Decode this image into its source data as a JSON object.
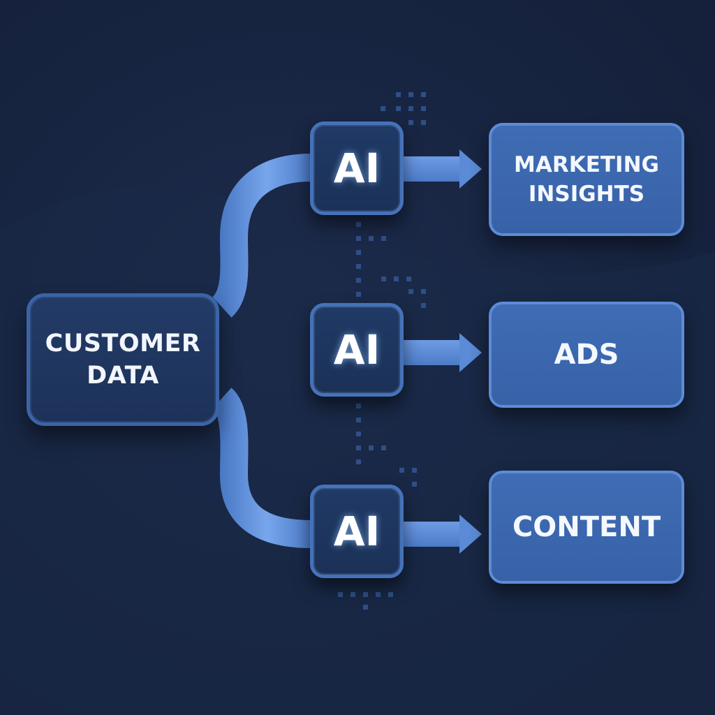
{
  "diagram": {
    "source": {
      "line1": "CUSTOMER",
      "line2": "DATA"
    },
    "processors": [
      {
        "label": "AI"
      },
      {
        "label": "AI"
      },
      {
        "label": "AI"
      }
    ],
    "outputs": [
      {
        "line1": "MARKETING",
        "line2": "INSIGHTS"
      },
      {
        "line1": "ADS"
      },
      {
        "line1": "CONTENT"
      }
    ],
    "colors": {
      "background": "#172440",
      "connector": "#5a8ad8",
      "node_dark": "#1d3259",
      "node_border": "#4572b9",
      "output_fill": "#3f6cb4"
    }
  }
}
